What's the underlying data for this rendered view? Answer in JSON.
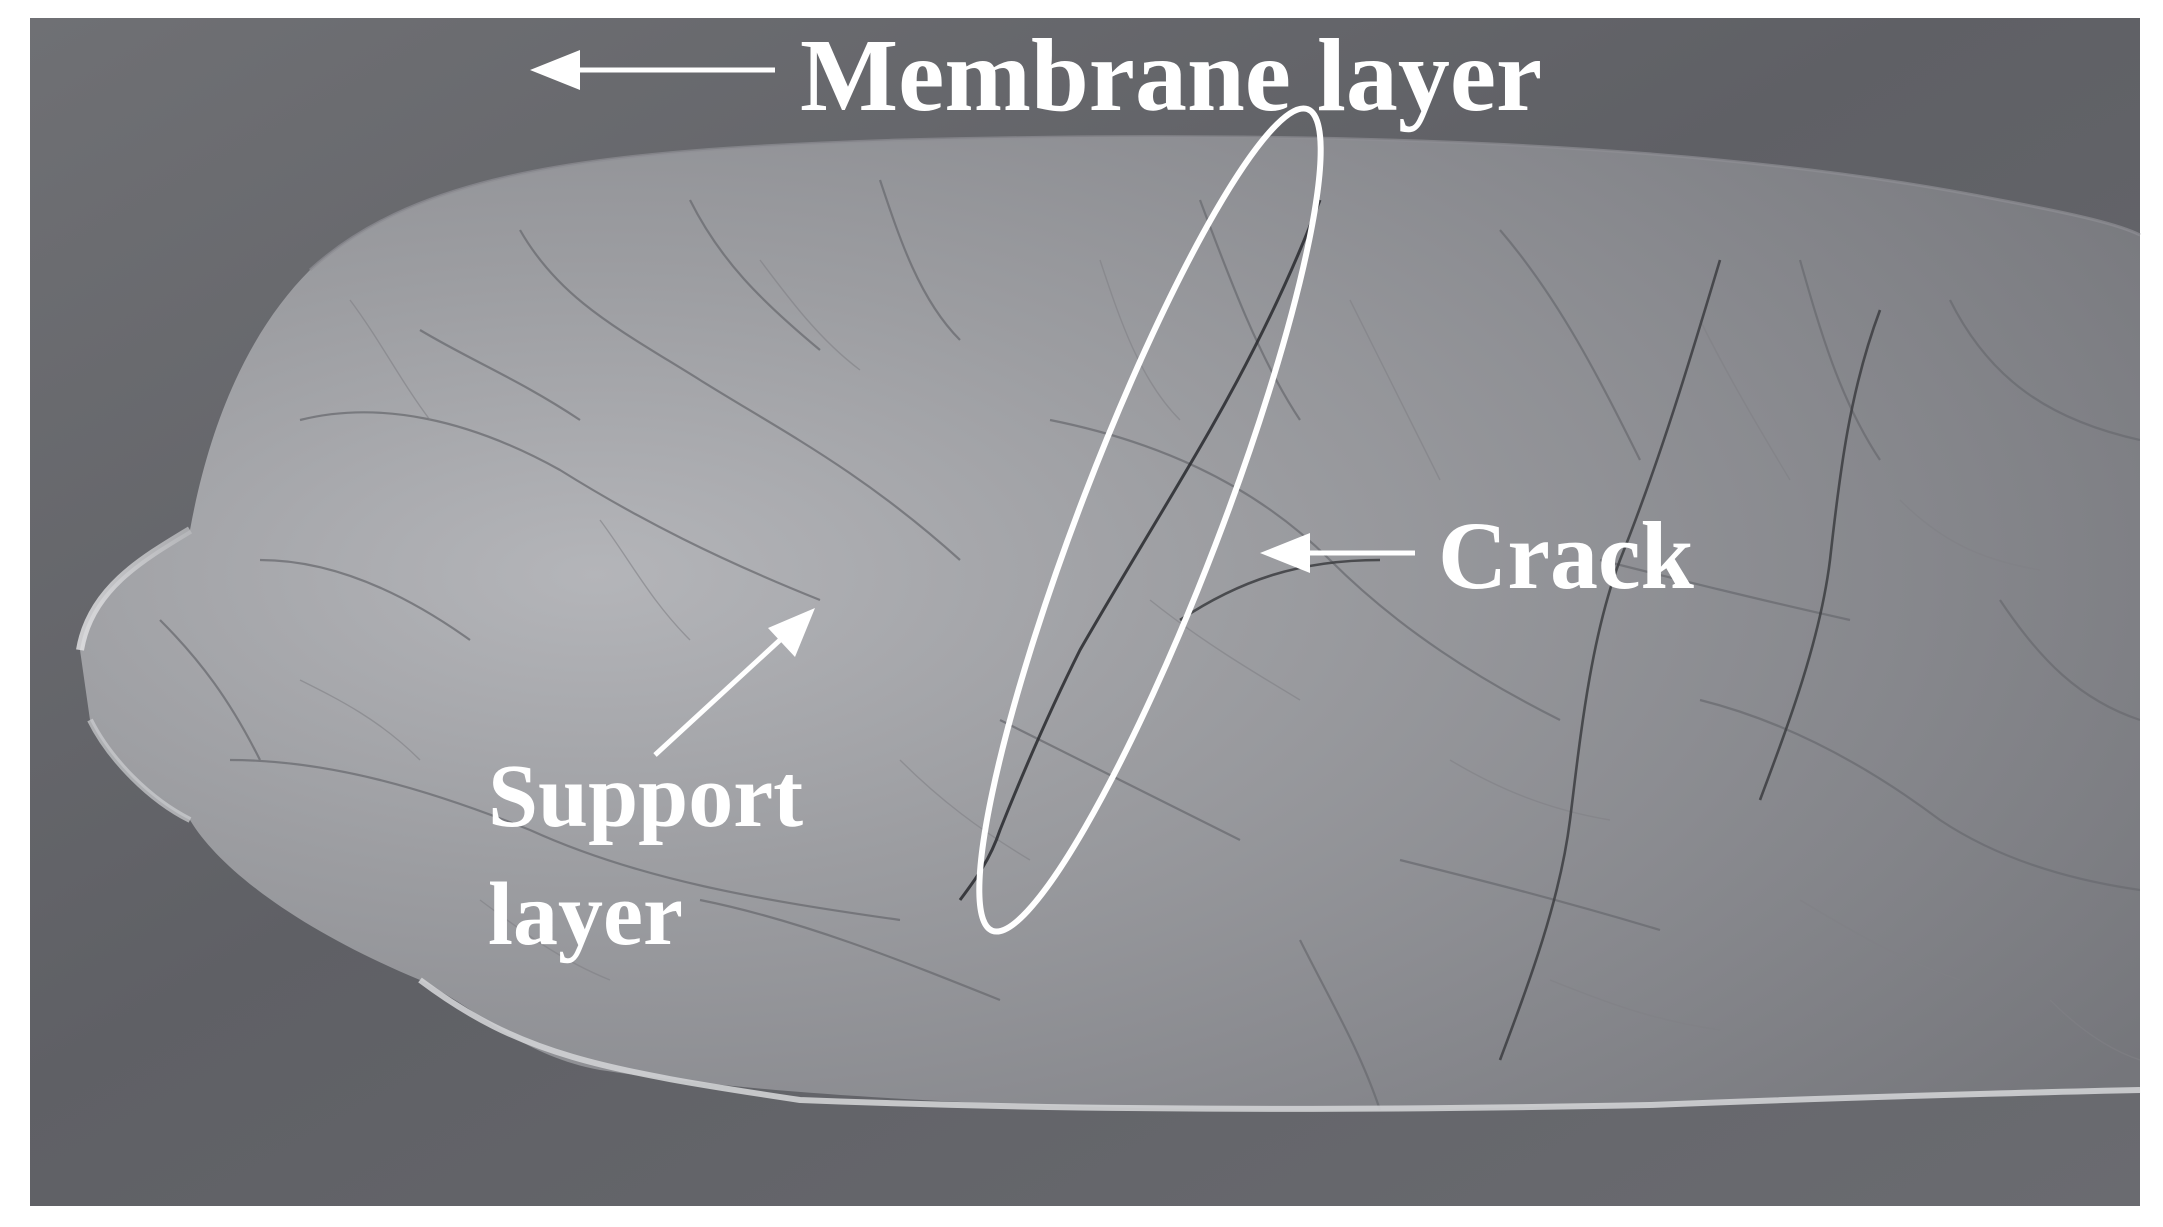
{
  "annotations": {
    "membrane_layer": "Membrane layer",
    "crack": "Crack",
    "support_layer_line1": "Support",
    "support_layer_line2": "layer"
  },
  "colors": {
    "background_frame": "#ffffff",
    "surface_dark": "#55575d",
    "surface_light": "#a9aaae",
    "annotation": "#ffffff"
  }
}
